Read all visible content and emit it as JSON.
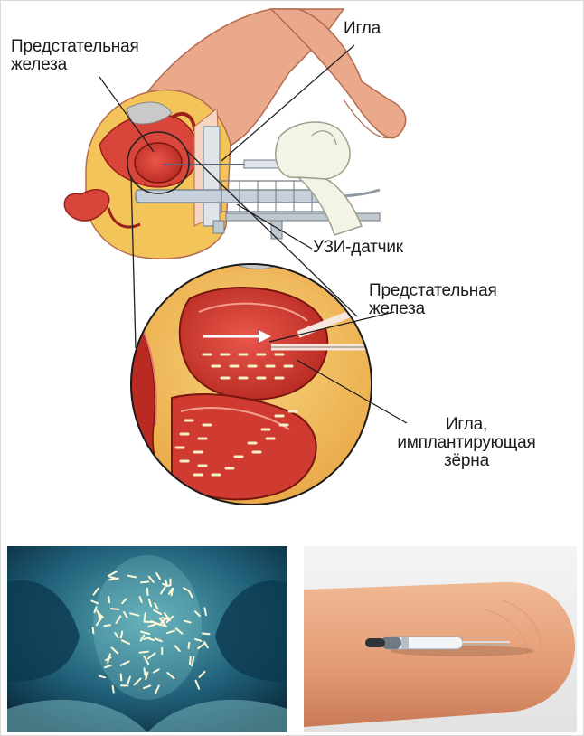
{
  "labels": {
    "prostate_top": [
      "Предстательная",
      "железа"
    ],
    "needle_top": "Игла",
    "ultrasound_probe": "УЗИ-датчик",
    "prostate_zoom": [
      "Предстательная",
      "железа"
    ],
    "needle_implanting": [
      "Игла,",
      "имплантирующая",
      "зёрна"
    ]
  },
  "colors": {
    "tissue_red": "#d8453a",
    "tissue_dark": "#9c1f1a",
    "tissue_pink": "#f0a08a",
    "fat_yellow": "#f3c45a",
    "skin": "#e9a98a",
    "xray_bg": "#0f3c52",
    "xray_glow": "#7fc3c9",
    "finger_skin": "#e8a27a",
    "photo_bg": "#eeeeee"
  },
  "photos": {
    "left": "xray-seeds-image",
    "right": "seed-on-fingertip-image"
  }
}
